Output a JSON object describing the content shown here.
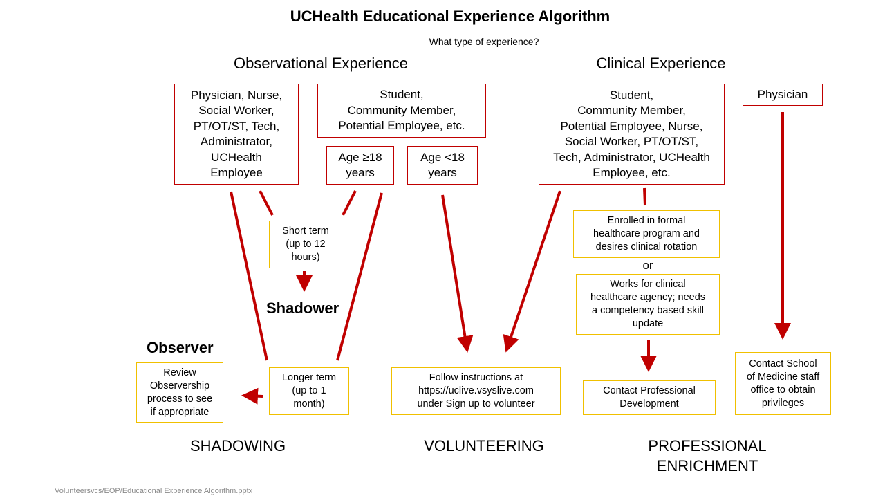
{
  "title": "UCHealth Educational Experience Algorithm",
  "subtitle": "What type of experience?",
  "sections": {
    "observational": "Observational Experience",
    "clinical": "Clinical Experience"
  },
  "boxes": {
    "physician_nurse": "Physician, Nurse,\nSocial Worker,\nPT/OT/ST, Tech,\nAdministrator,\nUCHealth\nEmployee",
    "student_obs": "Student,\nCommunity Member,\nPotential Employee, etc.",
    "age_18_plus": "Age ≥18\nyears",
    "age_under_18": "Age <18\nyears",
    "student_clinical": "Student,\nCommunity Member,\nPotential Employee, Nurse,\nSocial Worker, PT/OT/ST,\nTech, Administrator, UCHealth\nEmployee, etc.",
    "physician": "Physician",
    "short_term": "Short term\n(up to 12\nhours)",
    "enrolled": "Enrolled in formal\nhealthcare program and\ndesires clinical rotation",
    "or": "or",
    "works_for": "Works for clinical\nhealthcare agency; needs\na competency based skill\nupdate",
    "longer_term": "Longer term\n(up to 1\nmonth)",
    "review_observership": "Review\nObservership\nprocess to see\nif appropriate",
    "follow_instructions": "Follow instructions at\nhttps://uclive.vsyslive.com\nunder Sign up to volunteer",
    "contact_pd": "Contact Professional\nDevelopment",
    "contact_som": "Contact School\nof Medicine staff\noffice to obtain\nprivileges"
  },
  "labels": {
    "shadower": "Shadower",
    "observer": "Observer"
  },
  "outcomes": {
    "shadowing": "SHADOWING",
    "volunteering": "VOLUNTEERING",
    "professional_enrichment": "PROFESSIONAL\nENRICHMENT"
  },
  "footer": "Volunteersvcs/EOP/Educational Experience Algorithm.pptx",
  "colors": {
    "red_border": "#c00000",
    "gold_border": "#f0c000",
    "arrow": "#c00000",
    "footer_text": "#8a8a8a"
  }
}
